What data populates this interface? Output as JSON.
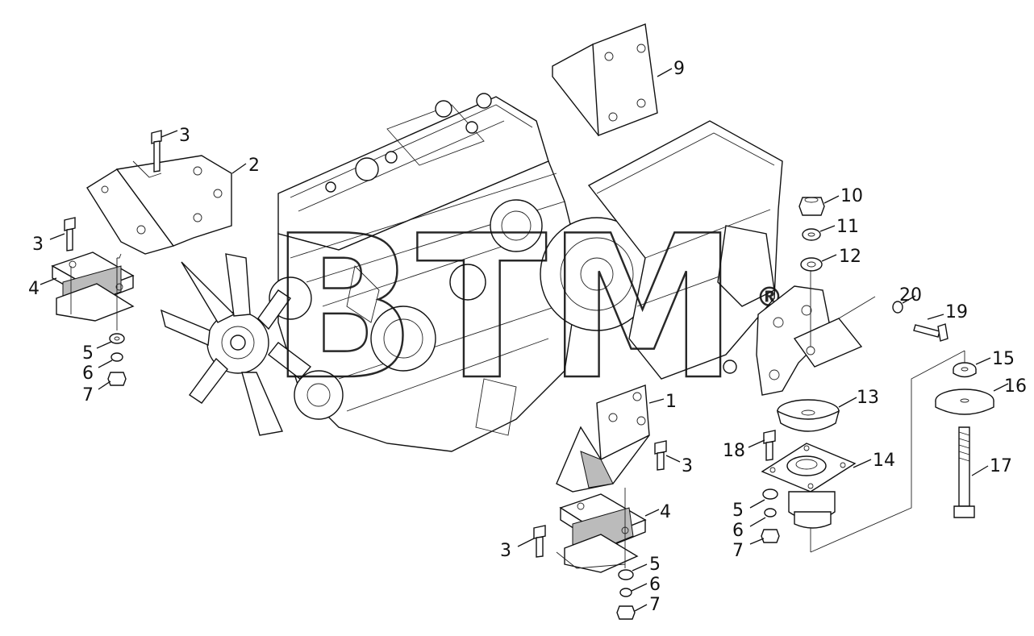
{
  "diagram": {
    "watermark": {
      "text": "BTM",
      "registered": "®"
    },
    "callouts": [
      {
        "id": "c1",
        "label": "1"
      },
      {
        "id": "c2",
        "label": "2"
      },
      {
        "id": "c3a",
        "label": "3"
      },
      {
        "id": "c3b",
        "label": "3"
      },
      {
        "id": "c3c",
        "label": "3"
      },
      {
        "id": "c3d",
        "label": "3"
      },
      {
        "id": "c4a",
        "label": "4"
      },
      {
        "id": "c4b",
        "label": "4"
      },
      {
        "id": "c5a",
        "label": "5"
      },
      {
        "id": "c5b",
        "label": "5"
      },
      {
        "id": "c5c",
        "label": "5"
      },
      {
        "id": "c6a",
        "label": "6"
      },
      {
        "id": "c6b",
        "label": "6"
      },
      {
        "id": "c6c",
        "label": "6"
      },
      {
        "id": "c7a",
        "label": "7"
      },
      {
        "id": "c7b",
        "label": "7"
      },
      {
        "id": "c7c",
        "label": "7"
      },
      {
        "id": "c9",
        "label": "9"
      },
      {
        "id": "c10",
        "label": "10"
      },
      {
        "id": "c11",
        "label": "11"
      },
      {
        "id": "c12",
        "label": "12"
      },
      {
        "id": "c13",
        "label": "13"
      },
      {
        "id": "c14",
        "label": "14"
      },
      {
        "id": "c15",
        "label": "15"
      },
      {
        "id": "c16",
        "label": "16"
      },
      {
        "id": "c17",
        "label": "17"
      },
      {
        "id": "c18",
        "label": "18"
      },
      {
        "id": "c19",
        "label": "19"
      },
      {
        "id": "c20",
        "label": "20"
      }
    ]
  }
}
